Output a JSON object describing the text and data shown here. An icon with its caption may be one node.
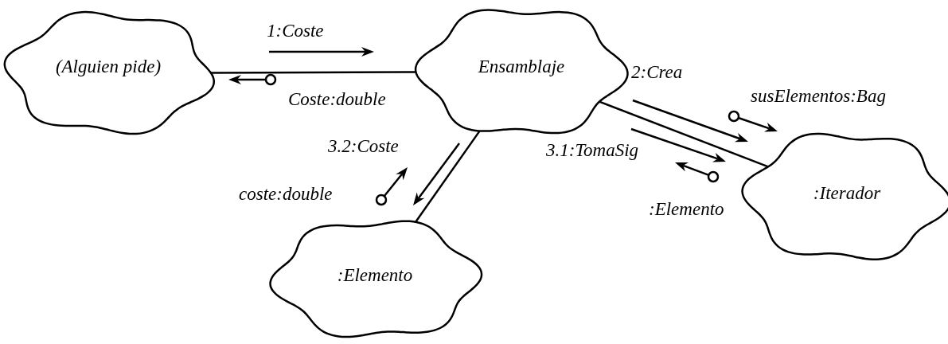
{
  "diagram": {
    "nodes": [
      {
        "text": [
          "(Alguien pide)"
        ]
      },
      {
        "text": [
          "Ensamblaje"
        ]
      },
      {
        "text": [
          ":Elemento"
        ]
      },
      {
        "text": [
          ":Iterador"
        ]
      }
    ],
    "edges": [
      {
        "from": 0,
        "to": 1,
        "arrow": "none"
      },
      {
        "from": 1,
        "to": 2,
        "arrow": "none"
      },
      {
        "from": 1,
        "to": 3,
        "arrow": "none"
      }
    ],
    "labels": [
      "1:Coste",
      "2:Crea",
      "Coste:double",
      "susElementos:Bag",
      "3.2:Coste",
      "3.1:TomaSig",
      "coste:double",
      ":Elemento"
    ]
  }
}
